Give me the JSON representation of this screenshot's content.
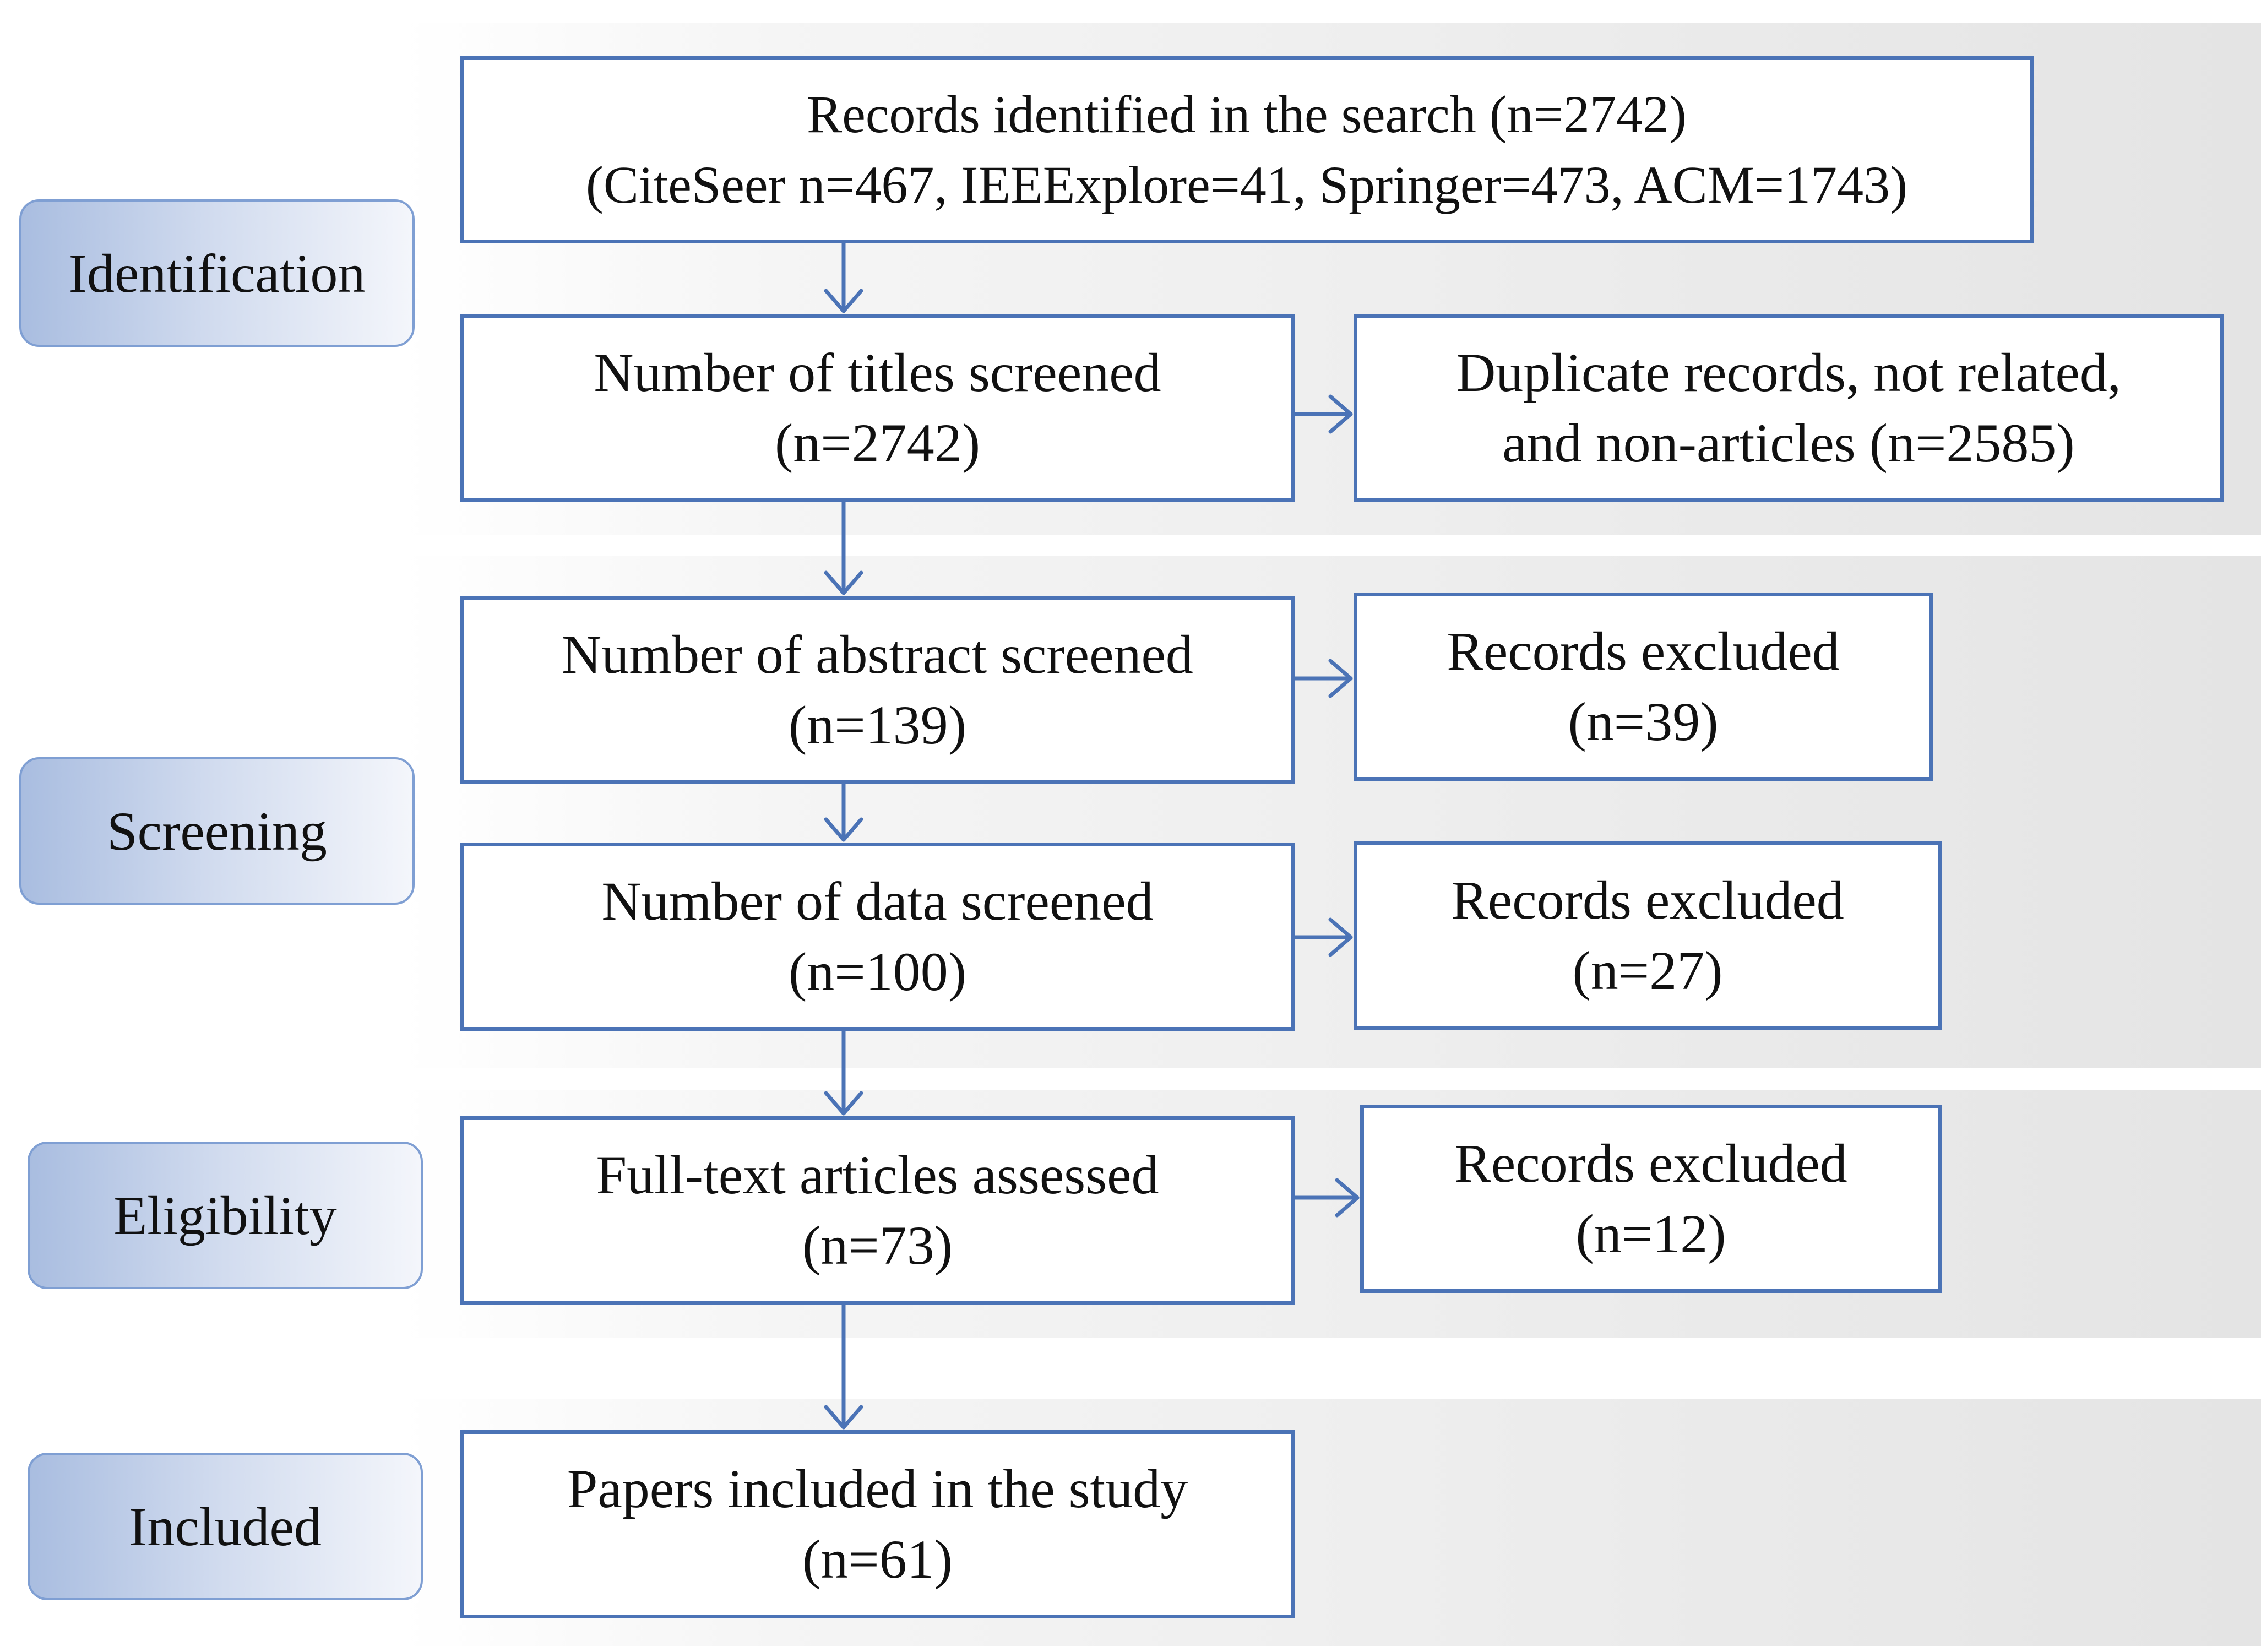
{
  "stages": {
    "identification": "Identification",
    "screening": "Screening",
    "eligibility": "Eligibility",
    "included": "Included"
  },
  "boxes": {
    "records_identified": {
      "line1": "Records identified in the search (n=2742)",
      "line2": "(CiteSeer n=467, IEEExplore=41, Springer=473, ACM=1743)"
    },
    "titles_screened": {
      "line1": "Number of titles screened",
      "line2": "(n=2742)"
    },
    "duplicates_excluded": {
      "line1": "Duplicate records, not related,",
      "line2": "and non-articles (n=2585)"
    },
    "abstract_screened": {
      "line1": "Number of abstract screened",
      "line2": "(n=139)"
    },
    "abstract_excluded": {
      "line1": "Records excluded",
      "line2": "(n=39)"
    },
    "data_screened": {
      "line1": "Number of data screened",
      "line2": "(n=100)"
    },
    "data_excluded": {
      "line1": "Records excluded",
      "line2": "(n=27)"
    },
    "fulltext_assessed": {
      "line1": "Full-text articles assessed",
      "line2": "(n=73)"
    },
    "fulltext_excluded": {
      "line1": "Records excluded",
      "line2": "(n=12)"
    },
    "papers_included": {
      "line1": "Papers included in the study",
      "line2": "(n=61)"
    }
  },
  "colors": {
    "box_border": "#4b73b6",
    "arrow": "#4b73b6",
    "stage_gradient_start": "#a9bde0",
    "band_gray": "#e4e4e4"
  }
}
